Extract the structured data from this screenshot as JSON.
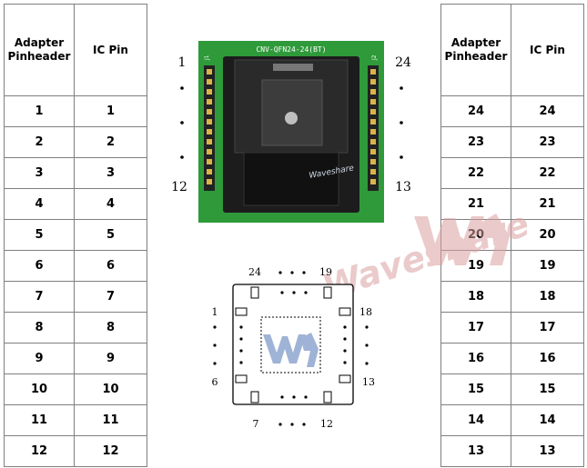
{
  "left_table": {
    "headers": [
      "Adapter\nPinheader",
      "IC Pin"
    ],
    "rows": [
      [
        "1",
        "1"
      ],
      [
        "2",
        "2"
      ],
      [
        "3",
        "3"
      ],
      [
        "4",
        "4"
      ],
      [
        "5",
        "5"
      ],
      [
        "6",
        "6"
      ],
      [
        "7",
        "7"
      ],
      [
        "8",
        "8"
      ],
      [
        "9",
        "9"
      ],
      [
        "10",
        "10"
      ],
      [
        "11",
        "11"
      ],
      [
        "12",
        "12"
      ]
    ]
  },
  "right_table": {
    "headers": [
      "Adapter\nPinheader",
      "IC Pin"
    ],
    "rows": [
      [
        "24",
        "24"
      ],
      [
        "23",
        "23"
      ],
      [
        "22",
        "22"
      ],
      [
        "21",
        "21"
      ],
      [
        "20",
        "20"
      ],
      [
        "19",
        "19"
      ],
      [
        "18",
        "18"
      ],
      [
        "17",
        "17"
      ],
      [
        "16",
        "16"
      ],
      [
        "15",
        "15"
      ],
      [
        "14",
        "14"
      ],
      [
        "13",
        "13"
      ]
    ]
  },
  "adapter_board": {
    "model_label": "CNV-QFN24-24(BT)",
    "j1": "J1",
    "j2": "J2",
    "left_top": "1",
    "left_bottom": "12",
    "right_top": "24",
    "right_bottom": "13",
    "brand_on_board": "Waveshare"
  },
  "ic_package": {
    "top_left": "24",
    "top_right": "19",
    "left_top": "1",
    "left_bottom": "6",
    "right_top": "18",
    "right_bottom": "13",
    "bottom_left": "7",
    "bottom_right": "12"
  },
  "watermark": "Waveshare",
  "colors": {
    "pcb_green": "#2e9a3a",
    "socket_black": "#1c1c1c",
    "watermark_red": "#d9a0a0",
    "logo_blue": "#9fb3d6",
    "border": "#7f7f7f"
  }
}
